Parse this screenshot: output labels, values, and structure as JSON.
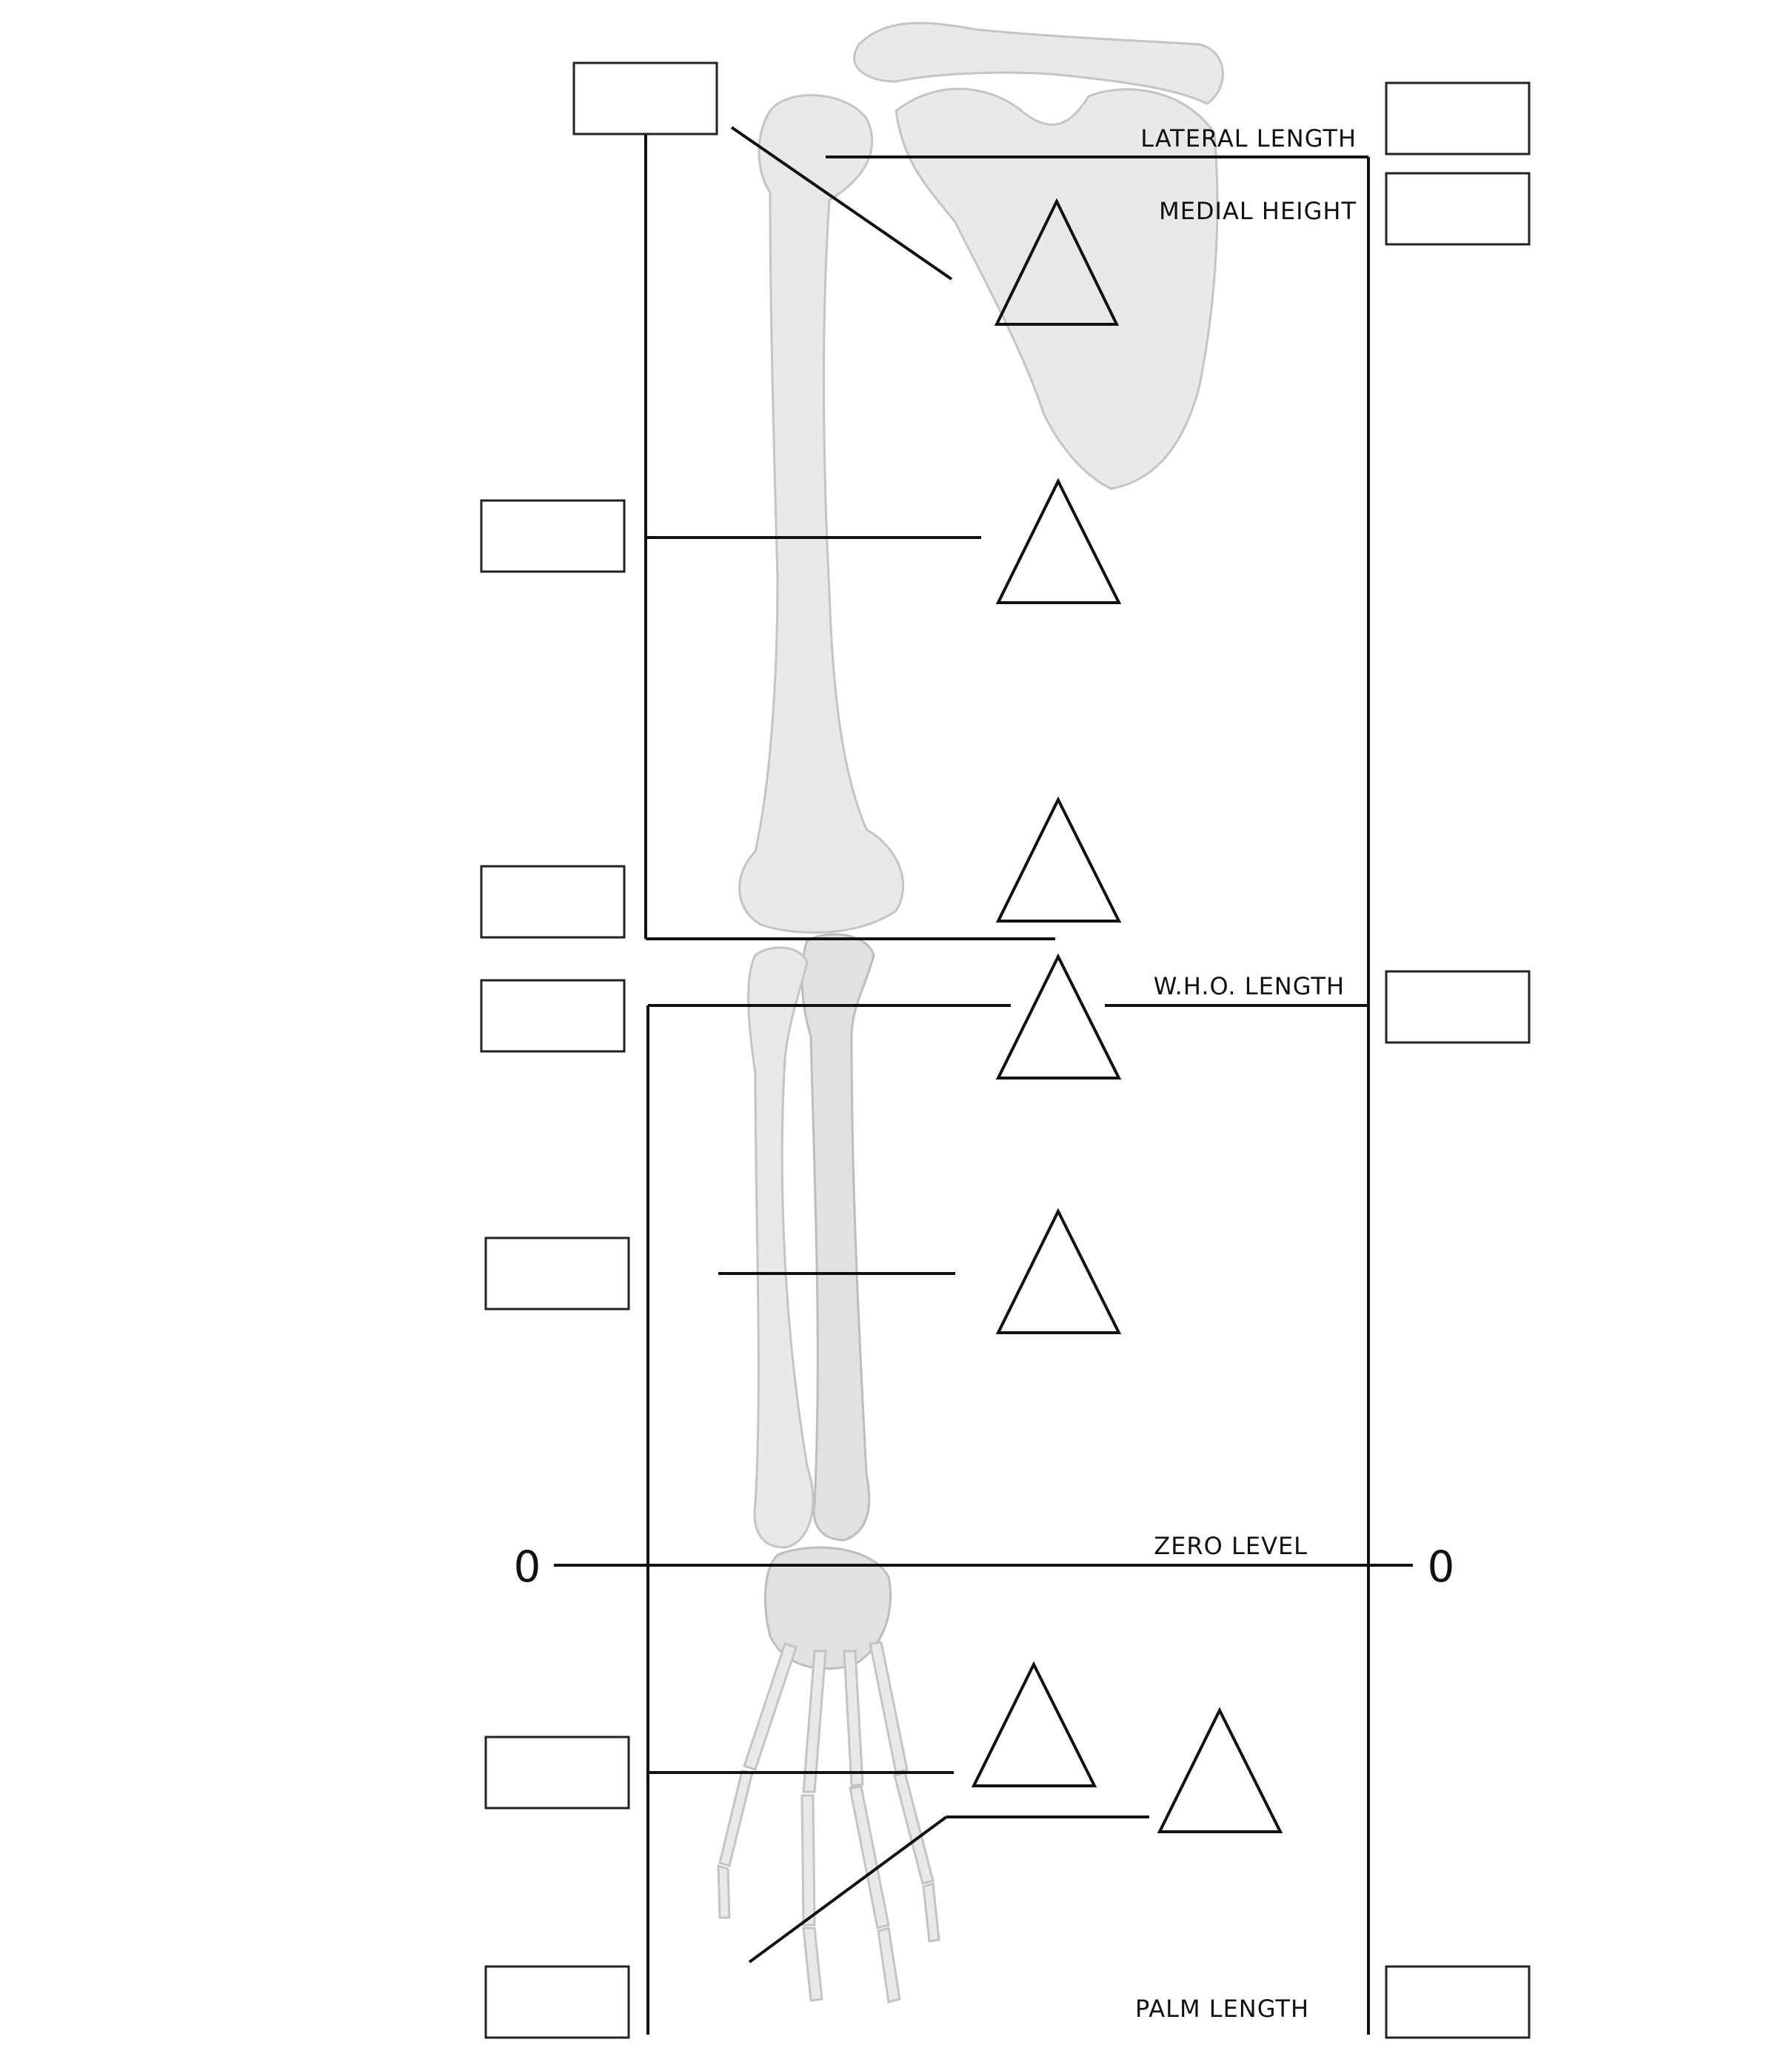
{
  "labels": {
    "lateral_length": "LATERAL LENGTH",
    "medial_height": "MEDIAL HEIGHT",
    "who_length": "W.H.O. LENGTH",
    "zero_level": "ZERO LEVEL",
    "palm_length": "PALM LENGTH",
    "zero_left": "0",
    "zero_right": "0"
  },
  "answer_boxes": {
    "left": [
      "",
      "",
      "",
      "",
      "",
      "",
      ""
    ],
    "right": [
      "",
      "",
      "",
      ""
    ]
  },
  "colors": {
    "line": "#111111",
    "bone": "#e9e9e9",
    "background": "#ffffff"
  }
}
